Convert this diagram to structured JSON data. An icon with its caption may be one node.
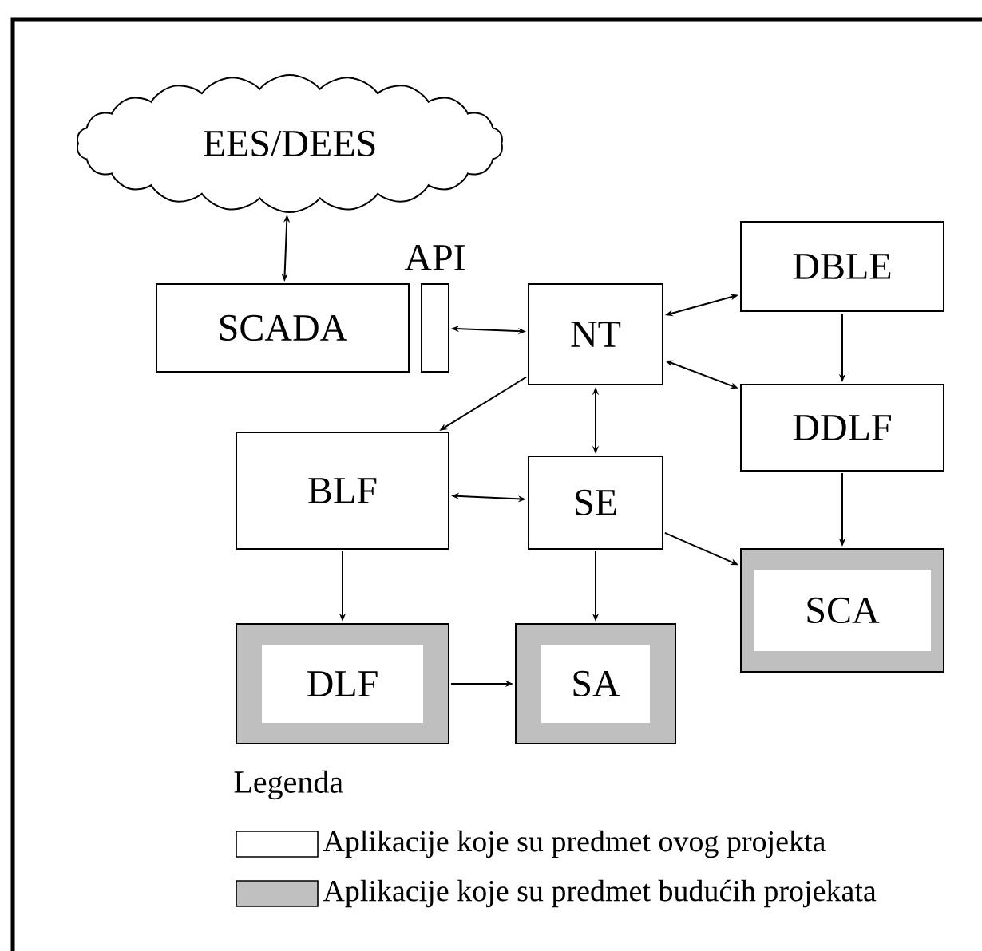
{
  "diagram": {
    "nodes": [
      {
        "text": [
          "EES/DEES"
        ]
      },
      {
        "text": [
          "SCADA"
        ]
      },
      {
        "text": [
          "API"
        ]
      },
      {
        "text": [
          "NT"
        ]
      },
      {
        "text": [
          "DBLE"
        ]
      },
      {
        "text": [
          "DDLF"
        ]
      },
      {
        "text": [
          "BLF"
        ]
      },
      {
        "text": [
          "SE"
        ]
      },
      {
        "text": [
          "SCA"
        ]
      },
      {
        "text": [
          "DLF"
        ]
      },
      {
        "text": [
          "SA"
        ]
      }
    ],
    "edges": [
      {
        "from": 0,
        "to": 1,
        "arrow": "both"
      },
      {
        "from": 2,
        "to": 3,
        "arrow": "both"
      },
      {
        "from": 3,
        "to": 4,
        "arrow": "both"
      },
      {
        "from": 4,
        "to": 5,
        "arrow": "to"
      },
      {
        "from": 3,
        "to": 5,
        "arrow": "both"
      },
      {
        "from": 3,
        "to": 6,
        "arrow": "to"
      },
      {
        "from": 3,
        "to": 7,
        "arrow": "both"
      },
      {
        "from": 6,
        "to": 7,
        "arrow": "both"
      },
      {
        "from": 5,
        "to": 8,
        "arrow": "to"
      },
      {
        "from": 7,
        "to": 8,
        "arrow": "to"
      },
      {
        "from": 6,
        "to": 9,
        "arrow": "to"
      },
      {
        "from": 7,
        "to": 10,
        "arrow": "to"
      },
      {
        "from": 9,
        "to": 10,
        "arrow": "to"
      }
    ],
    "labels": [
      "Legenda"
    ],
    "legend": [
      {
        "text": "Aplikacije koje su predmet ovog projekta"
      },
      {
        "text": "Aplikacije koje su predmet budućih projekata",
        "color": "#c0c0c0"
      }
    ]
  }
}
